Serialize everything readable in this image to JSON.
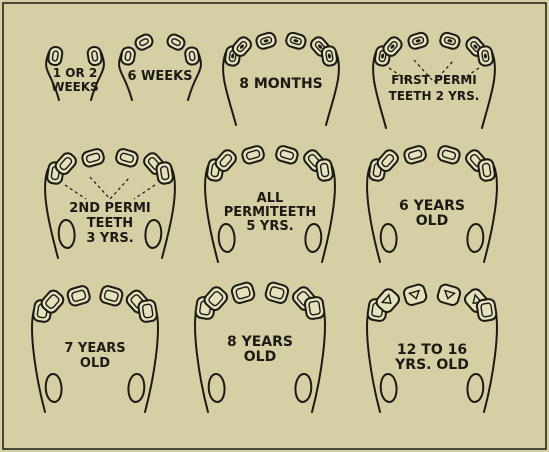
{
  "panels": [
    {
      "label_lines": [
        "1 OR 2",
        "WEEKS"
      ],
      "stage": "1-or-2-weeks"
    },
    {
      "label_lines": [
        "6 WEEKS"
      ],
      "stage": "6-weeks"
    },
    {
      "label_lines": [
        "8 MONTHS"
      ],
      "stage": "8-months"
    },
    {
      "label_lines": [
        "FIRST PERMI",
        "TEETH 2 YRS."
      ],
      "stage": "first-permi-teeth-2-yrs"
    },
    {
      "label_lines": [
        "2ND PERMI",
        "TEETH",
        "3 YRS."
      ],
      "stage": "2nd-permi-teeth-3-yrs"
    },
    {
      "label_lines": [
        "ALL",
        "PERMITEETH",
        "5 YRS."
      ],
      "stage": "all-permiteeth-5-yrs"
    },
    {
      "label_lines": [
        "6 YEARS",
        "OLD"
      ],
      "stage": "6-years-old"
    },
    {
      "label_lines": [
        "7 YEARS",
        "OLD"
      ],
      "stage": "7-years-old"
    },
    {
      "label_lines": [
        "8 YEARS",
        "OLD"
      ],
      "stage": "8-years-old"
    },
    {
      "label_lines": [
        "12 TO 16",
        "YRS. OLD"
      ],
      "stage": "12-to-16-yrs-old"
    }
  ],
  "colors": {
    "paper": "#d6cfa3",
    "ink": "#1c1a14",
    "tooth": "#e6e1bd"
  }
}
